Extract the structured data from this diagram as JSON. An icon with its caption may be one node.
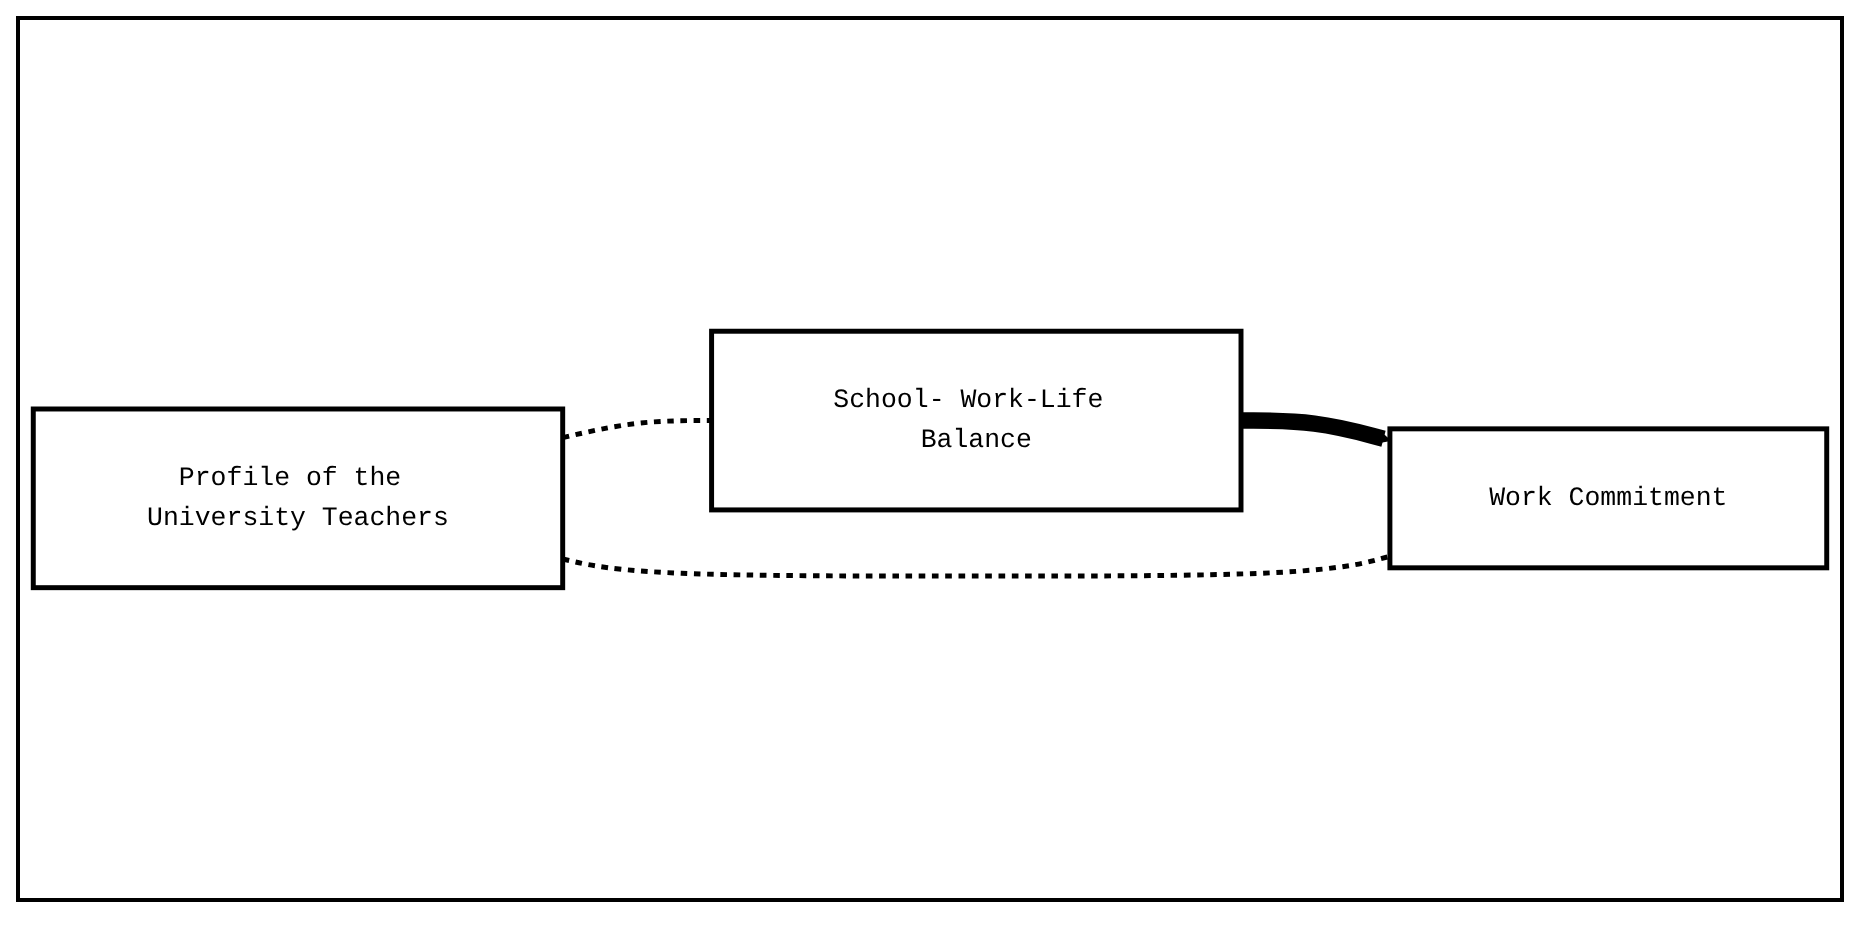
{
  "diagram": {
    "nodes": [
      {
        "text": [
          "Profile of the University Teachers"
        ]
      },
      {
        "text": [
          "School- Work-Life Balance"
        ]
      },
      {
        "text": [
          "Work Commitment"
        ]
      }
    ],
    "edges": [
      {
        "from": 0,
        "to": 1,
        "arrow": "none",
        "style": "dashed"
      },
      {
        "from": 1,
        "to": 2,
        "arrow": "to",
        "style": "thick"
      },
      {
        "from": 0,
        "to": 2,
        "arrow": "none",
        "style": "dashed"
      }
    ]
  }
}
